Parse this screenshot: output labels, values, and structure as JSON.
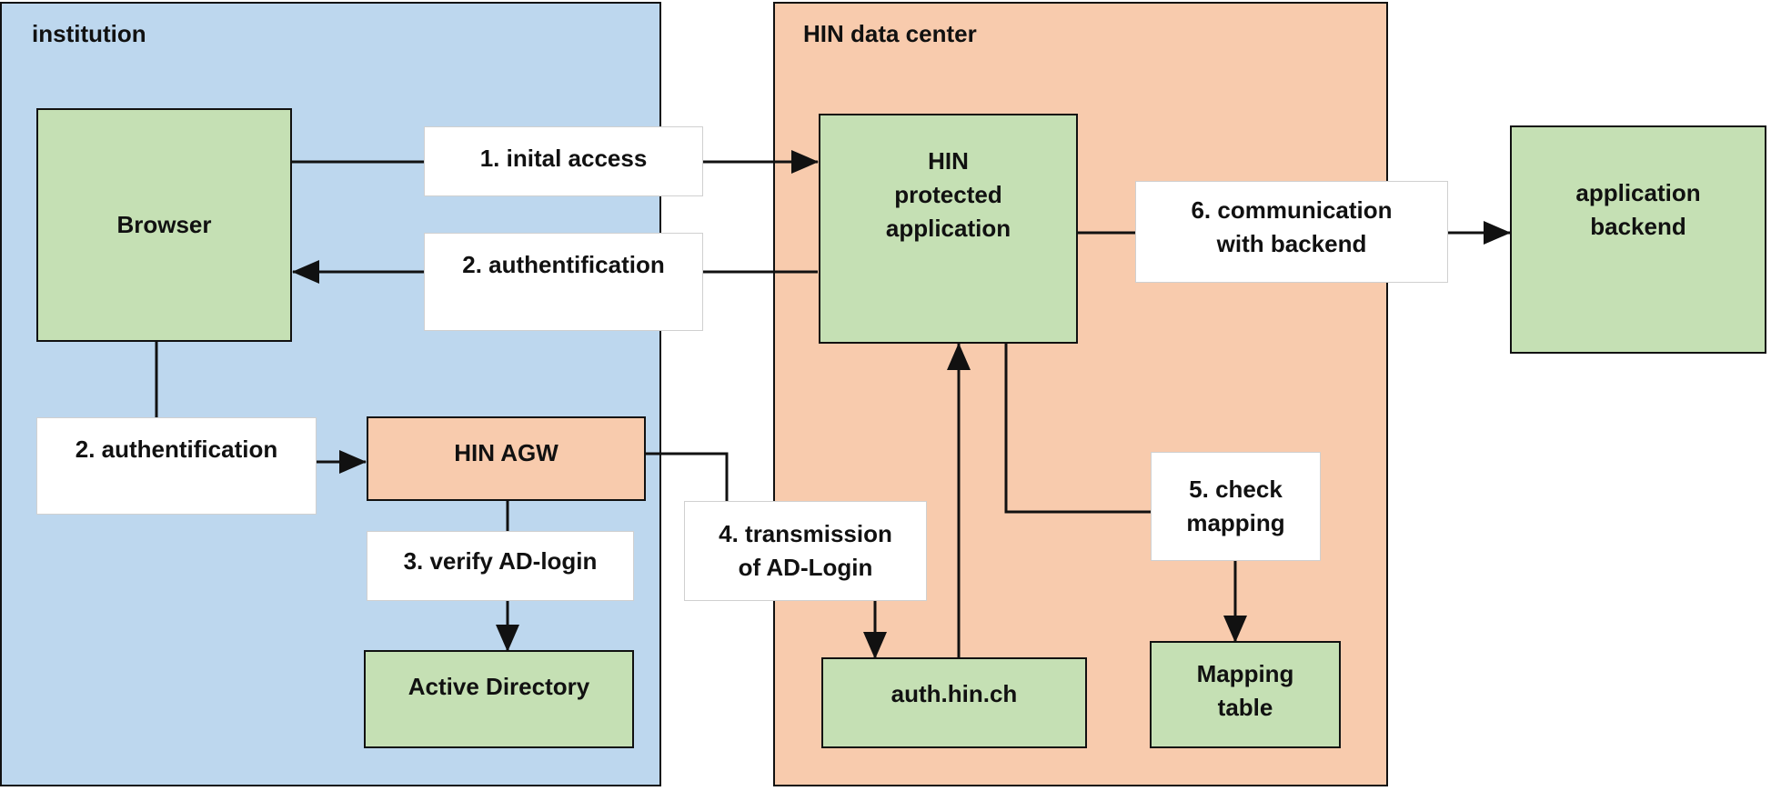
{
  "zones": {
    "institution": {
      "label": "institution",
      "color": "#bdd7ee"
    },
    "datacenter": {
      "label": "HIN data center",
      "color": "#f8cbad"
    }
  },
  "nodes": {
    "browser": "Browser",
    "hin_app": "HIN\nprotected\napplication",
    "app_backend": "application\nbackend",
    "hin_agw": "HIN AGW",
    "active_directory": "Active Directory",
    "auth_hin": "auth.hin.ch",
    "mapping_table": "Mapping\ntable"
  },
  "steps": {
    "initial_access": "1. inital access",
    "auth_top": "2. authentification",
    "auth_left": "2. authentification",
    "verify_ad": "3. verify AD-login",
    "transmission": "4. transmission\nof AD-Login",
    "check_mapping": "5. check\nmapping",
    "communication": "6. communication\nwith backend"
  },
  "colors": {
    "node_fill": "#c5e0b4",
    "agw_fill": "#f8cbad",
    "line": "#111111"
  }
}
